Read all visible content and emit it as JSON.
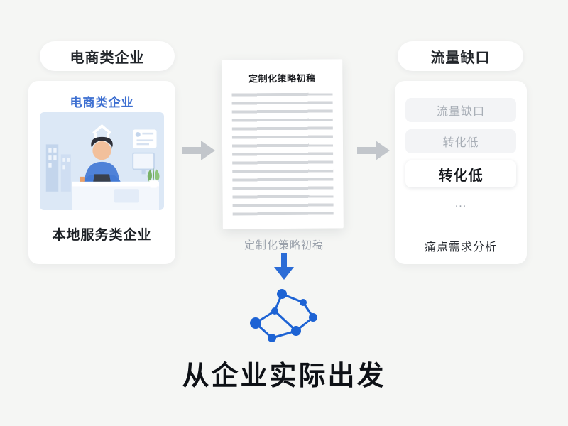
{
  "left": {
    "pill_label": "电商类企业",
    "card_title": "电商类企业",
    "card_caption": "本地服务类企业"
  },
  "center": {
    "doc_title": "定制化策略初稿",
    "doc_caption": "定制化策略初稿"
  },
  "right": {
    "pill_label": "流量缺口",
    "items": [
      {
        "label": "流量缺口",
        "state": "muted"
      },
      {
        "label": "转化低",
        "state": "muted"
      },
      {
        "label": "转化低",
        "state": "active"
      },
      {
        "label": "...",
        "state": "dots"
      }
    ],
    "card_caption": "痛点需求分析"
  },
  "bottom": {
    "headline": "从企业实际出发"
  },
  "icons": {
    "arrow_right": "arrow-right-icon",
    "arrow_down": "arrow-down-icon",
    "network_graph": "network-graph-icon",
    "person_at_desk": "person-at-desk-illustration"
  },
  "colors": {
    "accent_blue": "#2b6cd6",
    "title_blue": "#3d6fd1",
    "arrow_gray": "#c2c6cb",
    "muted_text": "#a8aeb6",
    "dark_text": "#15181d",
    "card_bg": "#ffffff",
    "page_bg": "#f5f6f4",
    "illustration_bg": "#dce8f6"
  }
}
